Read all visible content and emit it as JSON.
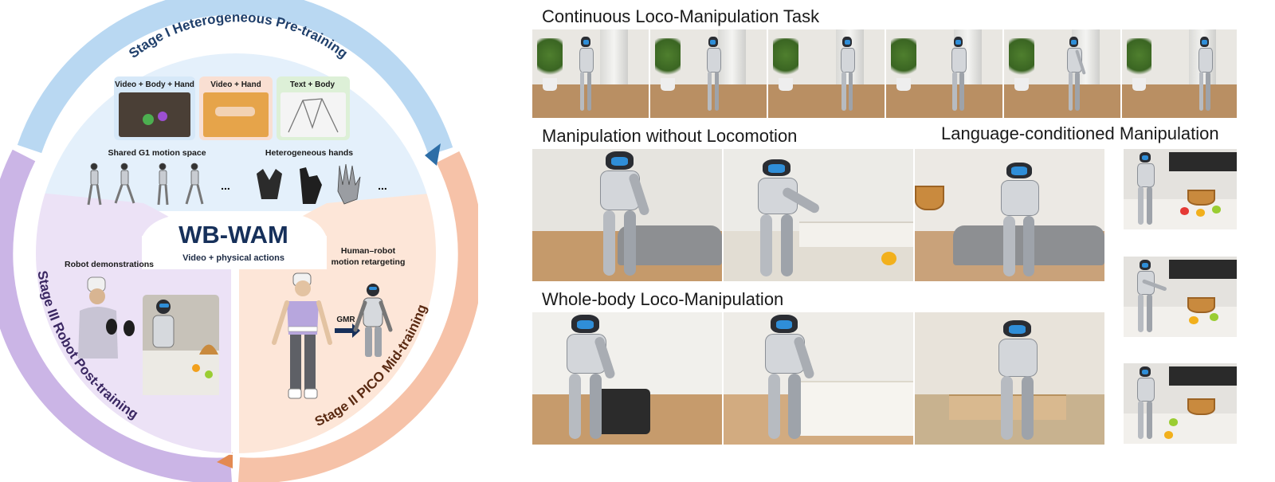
{
  "diagram": {
    "center_title": "WB-WAM",
    "center_subtitle": "Video + physical actions",
    "stage1_label": "Stage I  Heterogeneous Pre-training",
    "stage2_label": "Stage II  PICO Mid-training",
    "stage3_label": "Stage III  Robot Post-training",
    "data_sources": [
      "Video + Body + Hand",
      "Video + Hand",
      "Text + Body"
    ],
    "shared_space_label": "Shared G1 motion space",
    "hands_label": "Heterogeneous hands",
    "ellipsis": "...",
    "robot_demos_label": "Robot demonstrations",
    "retargeting_label_line1": "Human–robot",
    "retargeting_label_line2": "motion retargeting",
    "gmr_label": "GMR",
    "colors": {
      "stage1_ring": "#b9d8f2",
      "stage1_fill": "#e4f0fb",
      "stage2_ring": "#f6c2a8",
      "stage2_fill": "#fde6d8",
      "stage3_ring": "#cbb5e6",
      "stage3_fill": "#ece2f6",
      "title_navy": "#16305a"
    }
  },
  "panels": {
    "continuous_title": "Continuous Loco-Manipulation Task",
    "manip_no_loco_title": "Manipulation without Locomotion",
    "language_title": "Language-conditioned Manipulation",
    "whole_body_title": "Whole-body Loco-Manipulation"
  }
}
